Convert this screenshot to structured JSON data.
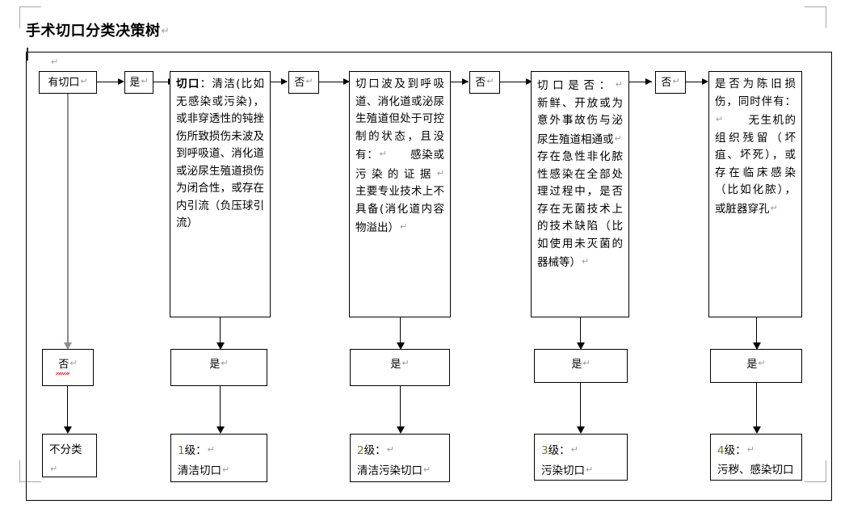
{
  "document": {
    "title": "手术切口分类决策树",
    "pilcrow": "↵"
  },
  "flow": {
    "row1": [
      {
        "id": "start",
        "label": "有切口↵"
      },
      {
        "id": "yes1",
        "label": "是↵"
      },
      {
        "id": "q1",
        "label_html": "<b>切口</b>：清洁(比如无感染或污染)，或非穿透性的钝挫伤所致损伤未波及到呼吸道、消化道或泌尿生殖道损伤为闭合性，或存在内引流（负压球引流）"
      },
      {
        "id": "no1",
        "label": "否↵"
      },
      {
        "id": "q2",
        "label_html": "切口波及到呼吸道、消化道或泌尿生殖道但处于可控制的状态，且没有：↵　　感染或污染的证据↵　　主要专业技术上不具备(消化道内容物溢出）↵"
      },
      {
        "id": "no2",
        "label": "否↵"
      },
      {
        "id": "q3",
        "label_html": "切口是否：↵　　新鲜、开放或为意外事故伤与泌尿生殖道相通或↵　　存在急性非化脓性感染在全部处理过程中，是否存在无菌技术上的技术缺陷（比如使用未灭菌的器械等）↵"
      },
      {
        "id": "no3",
        "label": "否↵"
      },
      {
        "id": "q4",
        "label_html": "是否为陈旧损伤，同时伴有：↵　　无生机的组织残留（坏疽、坏死），或存在临床感染（比如化脓），或脏器穿孔↵"
      }
    ],
    "row2": [
      {
        "id": "g0",
        "label": "否↵",
        "misspelled": true
      },
      {
        "id": "g1",
        "label": "是↵"
      },
      {
        "id": "g2",
        "label": "是↵"
      },
      {
        "id": "g3",
        "label": "是↵"
      },
      {
        "id": "g4",
        "label": "是↵"
      }
    ],
    "row3": [
      {
        "id": "r0",
        "num": "",
        "num_label": "",
        "text": "不分类↵"
      },
      {
        "id": "r1",
        "num": "1",
        "num_label": "级：↵",
        "text": "清洁切口↵"
      },
      {
        "id": "r2",
        "num": "2",
        "num_label": "级：↵",
        "text": "清洁污染切口↵"
      },
      {
        "id": "r3",
        "num": "3",
        "num_label": "级：↵",
        "text": "污染切口↵"
      },
      {
        "id": "r4",
        "num": "4",
        "num_label": "级：↵",
        "text": "污秽、感染切口↵"
      }
    ]
  },
  "colors": {
    "border": "#000000",
    "level_number": "#7f7320",
    "gray_connector": "#8c8c8c",
    "crop_mark": "#a9a9a9",
    "spell_error": "#e02020"
  }
}
